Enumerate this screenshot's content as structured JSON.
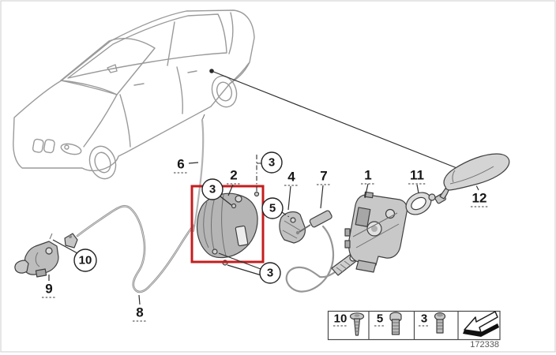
{
  "colors": {
    "highlight": "#c41e1e",
    "frame": "#cccccc"
  },
  "callouts": {
    "part1": "1",
    "part2": "2",
    "part3": "3",
    "part4": "4",
    "part5": "5",
    "part6": "6",
    "part7": "7",
    "part8": "8",
    "part9": "9",
    "part10": "10",
    "part11": "11",
    "part12": "12"
  },
  "legend": {
    "screws": [
      {
        "part_no": "10",
        "icon": "countersunk-screw-icon"
      },
      {
        "part_no": "5",
        "icon": "flat-head-screw-icon"
      },
      {
        "part_no": "3",
        "icon": "pan-head-screw-icon"
      }
    ],
    "arrow_icon": "installation-direction-arrow-icon"
  },
  "footer": {
    "diagram_code": "172338"
  }
}
